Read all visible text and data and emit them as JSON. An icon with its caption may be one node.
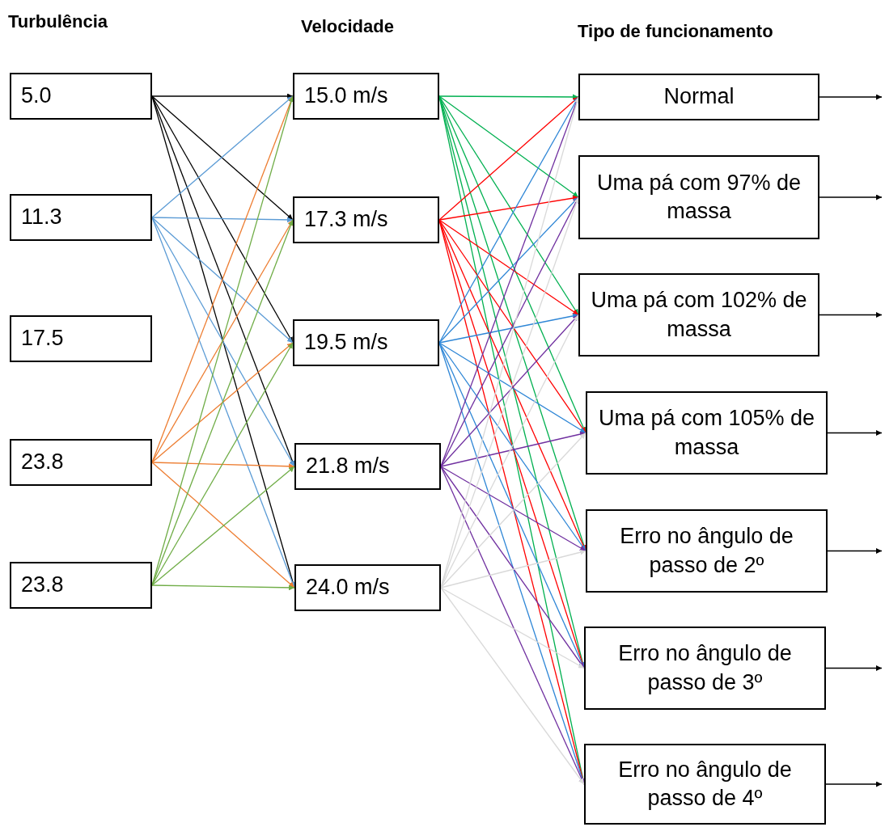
{
  "diagram": {
    "nodes": [
      {
        "text": [
          "5.0"
        ]
      },
      {
        "text": [
          "11.3"
        ]
      },
      {
        "text": [
          "17.5"
        ]
      },
      {
        "text": [
          "23.8"
        ]
      },
      {
        "text": [
          "23.8"
        ]
      },
      {
        "text": [
          "15.0 m/s"
        ]
      },
      {
        "text": [
          "17.3 m/s"
        ]
      },
      {
        "text": [
          "19.5 m/s"
        ]
      },
      {
        "text": [
          "21.8 m/s"
        ]
      },
      {
        "text": [
          "24.0 m/s"
        ]
      },
      {
        "text": [
          "Normal"
        ]
      },
      {
        "text": [
          "Uma pá com 97% de massa"
        ]
      },
      {
        "text": [
          "Uma pá com 102% de massa"
        ]
      },
      {
        "text": [
          "Uma pá com 105% de massa"
        ]
      },
      {
        "text": [
          "Erro no ângulo de passo de 2º"
        ]
      },
      {
        "text": [
          "Erro no ângulo de passo de 3º"
        ]
      },
      {
        "text": [
          "Erro no ângulo de passo de 4º"
        ]
      }
    ],
    "edges": [
      {
        "from": 0,
        "to": 5,
        "arrow": "to",
        "color": "#000000"
      },
      {
        "from": 0,
        "to": 6,
        "arrow": "to",
        "color": "#000000"
      },
      {
        "from": 0,
        "to": 7,
        "arrow": "to",
        "color": "#000000"
      },
      {
        "from": 0,
        "to": 8,
        "arrow": "to",
        "color": "#000000"
      },
      {
        "from": 0,
        "to": 9,
        "arrow": "to",
        "color": "#000000"
      },
      {
        "from": 1,
        "to": 5,
        "arrow": "to",
        "color": "#5b9bd5"
      },
      {
        "from": 1,
        "to": 6,
        "arrow": "to",
        "color": "#5b9bd5"
      },
      {
        "from": 1,
        "to": 7,
        "arrow": "to",
        "color": "#5b9bd5"
      },
      {
        "from": 1,
        "to": 8,
        "arrow": "to",
        "color": "#5b9bd5"
      },
      {
        "from": 1,
        "to": 9,
        "arrow": "to",
        "color": "#5b9bd5"
      },
      {
        "from": 3,
        "to": 5,
        "arrow": "to",
        "color": "#ed7d31"
      },
      {
        "from": 3,
        "to": 6,
        "arrow": "to",
        "color": "#ed7d31"
      },
      {
        "from": 3,
        "to": 7,
        "arrow": "to",
        "color": "#ed7d31"
      },
      {
        "from": 3,
        "to": 8,
        "arrow": "to",
        "color": "#ed7d31"
      },
      {
        "from": 3,
        "to": 9,
        "arrow": "to",
        "color": "#ed7d31"
      },
      {
        "from": 4,
        "to": 5,
        "arrow": "to",
        "color": "#70ad47"
      },
      {
        "from": 4,
        "to": 6,
        "arrow": "to",
        "color": "#70ad47"
      },
      {
        "from": 4,
        "to": 7,
        "arrow": "to",
        "color": "#70ad47"
      },
      {
        "from": 4,
        "to": 8,
        "arrow": "to",
        "color": "#70ad47"
      },
      {
        "from": 4,
        "to": 9,
        "arrow": "to",
        "color": "#70ad47"
      },
      {
        "from": 5,
        "to": 10,
        "arrow": "to",
        "color": "#00b050"
      },
      {
        "from": 5,
        "to": 11,
        "arrow": "to",
        "color": "#00b050"
      },
      {
        "from": 5,
        "to": 12,
        "arrow": "to",
        "color": "#00b050"
      },
      {
        "from": 5,
        "to": 13,
        "arrow": "to",
        "color": "#00b050"
      },
      {
        "from": 5,
        "to": 14,
        "arrow": "to",
        "color": "#00b050"
      },
      {
        "from": 5,
        "to": 15,
        "arrow": "to",
        "color": "#00b050"
      },
      {
        "from": 5,
        "to": 16,
        "arrow": "to",
        "color": "#00b050"
      },
      {
        "from": 6,
        "to": 10,
        "arrow": "to",
        "color": "#ff0000"
      },
      {
        "from": 6,
        "to": 11,
        "arrow": "to",
        "color": "#ff0000"
      },
      {
        "from": 6,
        "to": 12,
        "arrow": "to",
        "color": "#ff0000"
      },
      {
        "from": 6,
        "to": 13,
        "arrow": "to",
        "color": "#ff0000"
      },
      {
        "from": 6,
        "to": 14,
        "arrow": "to",
        "color": "#ff0000"
      },
      {
        "from": 6,
        "to": 15,
        "arrow": "to",
        "color": "#ff0000"
      },
      {
        "from": 6,
        "to": 16,
        "arrow": "to",
        "color": "#ff0000"
      },
      {
        "from": 7,
        "to": 10,
        "arrow": "to",
        "color": "#2e86d6"
      },
      {
        "from": 7,
        "to": 11,
        "arrow": "to",
        "color": "#2e86d6"
      },
      {
        "from": 7,
        "to": 12,
        "arrow": "to",
        "color": "#2e86d6"
      },
      {
        "from": 7,
        "to": 13,
        "arrow": "to",
        "color": "#2e86d6"
      },
      {
        "from": 7,
        "to": 14,
        "arrow": "to",
        "color": "#2e86d6"
      },
      {
        "from": 7,
        "to": 15,
        "arrow": "to",
        "color": "#2e86d6"
      },
      {
        "from": 7,
        "to": 16,
        "arrow": "to",
        "color": "#2e86d6"
      },
      {
        "from": 8,
        "to": 10,
        "arrow": "to",
        "color": "#7030a0"
      },
      {
        "from": 8,
        "to": 11,
        "arrow": "to",
        "color": "#7030a0"
      },
      {
        "from": 8,
        "to": 12,
        "arrow": "to",
        "color": "#7030a0"
      },
      {
        "from": 8,
        "to": 13,
        "arrow": "to",
        "color": "#7030a0"
      },
      {
        "from": 8,
        "to": 14,
        "arrow": "to",
        "color": "#7030a0"
      },
      {
        "from": 8,
        "to": 15,
        "arrow": "to",
        "color": "#7030a0"
      },
      {
        "from": 8,
        "to": 16,
        "arrow": "to",
        "color": "#7030a0"
      },
      {
        "from": 9,
        "to": 10,
        "arrow": "to",
        "color": "#d9d9d9"
      },
      {
        "from": 9,
        "to": 11,
        "arrow": "to",
        "color": "#d9d9d9"
      },
      {
        "from": 9,
        "to": 12,
        "arrow": "to",
        "color": "#d9d9d9"
      },
      {
        "from": 9,
        "to": 13,
        "arrow": "to",
        "color": "#d9d9d9"
      },
      {
        "from": 9,
        "to": 14,
        "arrow": "to",
        "color": "#d9d9d9"
      },
      {
        "from": 9,
        "to": 15,
        "arrow": "to",
        "color": "#d9d9d9"
      },
      {
        "from": 9,
        "to": 16,
        "arrow": "to",
        "color": "#d9d9d9"
      },
      {
        "from": 10,
        "to": null,
        "arrow": "to"
      },
      {
        "from": 11,
        "to": null,
        "arrow": "to"
      },
      {
        "from": 12,
        "to": null,
        "arrow": "to"
      },
      {
        "from": 13,
        "to": null,
        "arrow": "to"
      },
      {
        "from": 14,
        "to": null,
        "arrow": "to"
      },
      {
        "from": 15,
        "to": null,
        "arrow": "to"
      },
      {
        "from": 16,
        "to": null,
        "arrow": "to"
      }
    ],
    "labels": [
      "Turbulência",
      "Velocidade",
      "Tipo de funcionamento"
    ]
  }
}
